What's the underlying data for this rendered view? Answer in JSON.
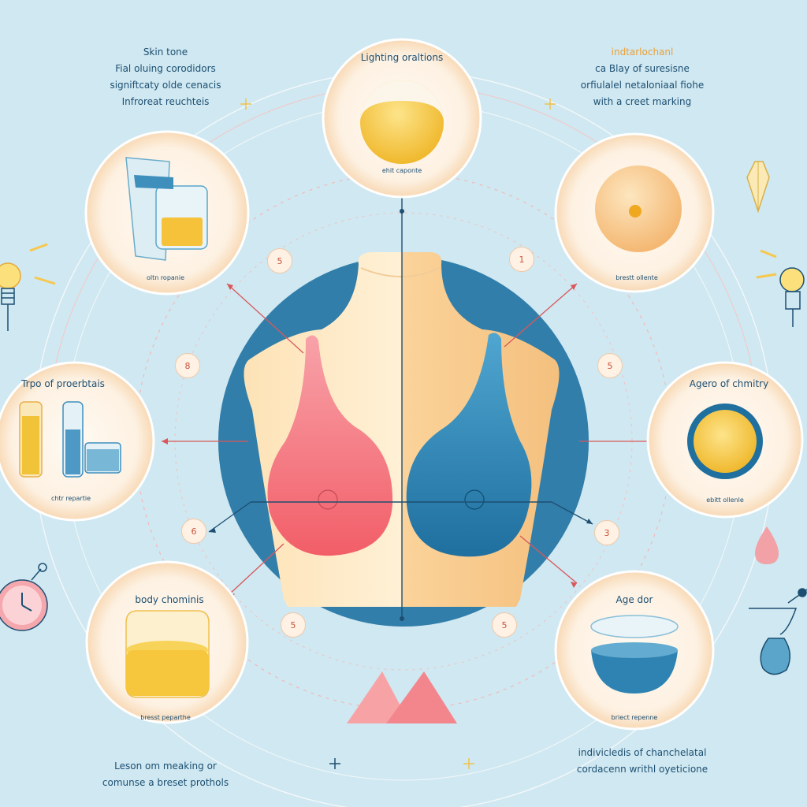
{
  "top_left": {
    "heading": "Skin tone",
    "lines": [
      "Fial oluing corodidors",
      "signiftcaty olde cenacis",
      "Infroreat reuchteis"
    ]
  },
  "top_right": {
    "heading": "indtarlochanl",
    "lines": [
      "ca Blay of suresisne",
      "orfiulalel netaloniaal fiohe",
      "with a creet marking"
    ]
  },
  "bottom_left": {
    "lines": [
      "Leson om meaking or",
      "comunse a breset prothols"
    ]
  },
  "bottom_right": {
    "lines": [
      "indivicledis of chanchelatal",
      "cordacenn writhl oyeticione"
    ]
  },
  "circles": {
    "top": {
      "title": "Lighting oraltions",
      "caption": "ehit caponte"
    },
    "upper_left": {
      "title": "",
      "caption": "oltn ropanie"
    },
    "upper_right": {
      "title": "",
      "caption": "brestt ollente"
    },
    "middle_left": {
      "title": "Trpo of proerbtais",
      "caption": "chtr repartie"
    },
    "middle_right": {
      "title": "Agero of chmitry",
      "caption": "ebitt ollenle"
    },
    "lower_left": {
      "title": "body chominis",
      "caption": "bresst peparthe"
    },
    "lower_right": {
      "title": "Age dor",
      "caption": "briect repenne"
    }
  },
  "markers": {
    "left_top": "5",
    "right_top": "1",
    "left_mid": "8",
    "right_mid": "5",
    "left_low": "6",
    "right_low": "3",
    "bottom_left": "5",
    "bottom_right": "5"
  },
  "colors": {
    "background": "#cfe8f1",
    "circle_fill": "#fdf3e6",
    "torso": "#fde3b8",
    "pink": "#f5707a",
    "blue": "#2e8ab8",
    "navy": "#1d4f72",
    "accent_orange": "#e9a13b"
  },
  "icons": [
    "lightbulb-icon",
    "alarm-clock-icon",
    "crystal-icon",
    "droplet-icon",
    "pump-icon",
    "sparkle-icon"
  ]
}
